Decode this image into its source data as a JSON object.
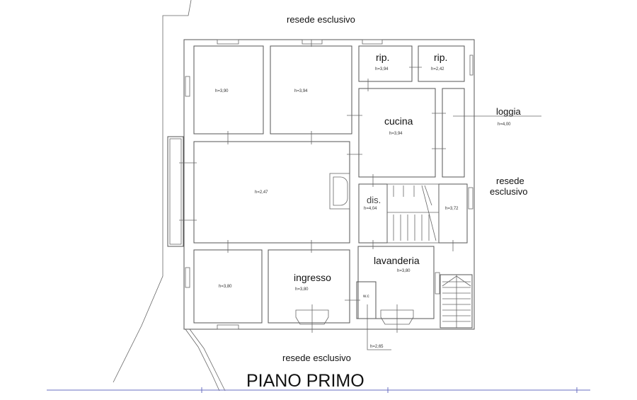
{
  "plan": {
    "title": "PIANO PRIMO",
    "outside_labels": {
      "top": "resede esclusivo",
      "right_line1": "resede",
      "right_line2": "esclusivo",
      "bottom": "resede esclusivo",
      "loggia": "loggia"
    },
    "rooms": [
      {
        "id": "room-nw",
        "name": "",
        "height": "h=3,90"
      },
      {
        "id": "room-n",
        "name": "",
        "height": "h=3,94"
      },
      {
        "id": "rip-1",
        "name": "rip.",
        "height": "h=3,94"
      },
      {
        "id": "rip-2",
        "name": "rip.",
        "height": "h=2,42"
      },
      {
        "id": "cucina",
        "name": "cucina",
        "height": "h=3,94"
      },
      {
        "id": "loggia",
        "name": "loggia",
        "height": "h=4,00"
      },
      {
        "id": "salone",
        "name": "",
        "height": "h=2,47"
      },
      {
        "id": "dis",
        "name": "dis.",
        "height": "h=4,04"
      },
      {
        "id": "room-e",
        "name": "",
        "height": "h=3,72"
      },
      {
        "id": "room-sw",
        "name": "",
        "height": "h=3,80"
      },
      {
        "id": "ingresso",
        "name": "ingresso",
        "height": "h=3,80"
      },
      {
        "id": "lavanderia",
        "name": "lavanderia",
        "height": "h=3,80"
      },
      {
        "id": "wc",
        "name": "w.c",
        "height": "h=2,65"
      }
    ],
    "colors": {
      "walls": "#555555",
      "baseline": "#6a6fc0",
      "text": "#111111"
    }
  }
}
